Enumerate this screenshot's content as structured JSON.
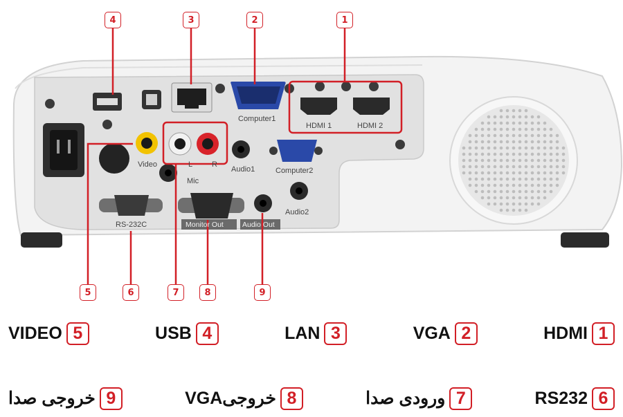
{
  "callouts": [
    "1",
    "2",
    "3",
    "4",
    "5",
    "6",
    "7",
    "8",
    "9"
  ],
  "panel_labels": {
    "computer1": "Computer1",
    "hdmi1": "HDMI 1",
    "hdmi2": "HDMI 2",
    "video": "Video",
    "audio1": "Audio1",
    "computer2": "Computer2",
    "mic": "Mic",
    "audio2": "Audio2",
    "rs232c": "RS-232C",
    "monitor_out": "Monitor Out",
    "audio_out": "Audio Out",
    "audio_left": "L",
    "audio_right": "R"
  },
  "legend": [
    [
      {
        "num": "1",
        "label": "HDMI"
      },
      {
        "num": "2",
        "label": "VGA"
      },
      {
        "num": "3",
        "label": "LAN"
      },
      {
        "num": "4",
        "label": "USB"
      },
      {
        "num": "5",
        "label": "VIDEO"
      }
    ],
    [
      {
        "num": "6",
        "label": "RS232"
      },
      {
        "num": "7",
        "label": "ورودی صدا"
      },
      {
        "num": "8",
        "label": "خروجیVGA"
      },
      {
        "num": "9",
        "label": "خروجی صدا"
      }
    ]
  ],
  "colors": {
    "accent": "#d21f26",
    "body": "#f3f3f3",
    "panel": "#e1e1e1",
    "port_blue": "#2a49a8"
  }
}
